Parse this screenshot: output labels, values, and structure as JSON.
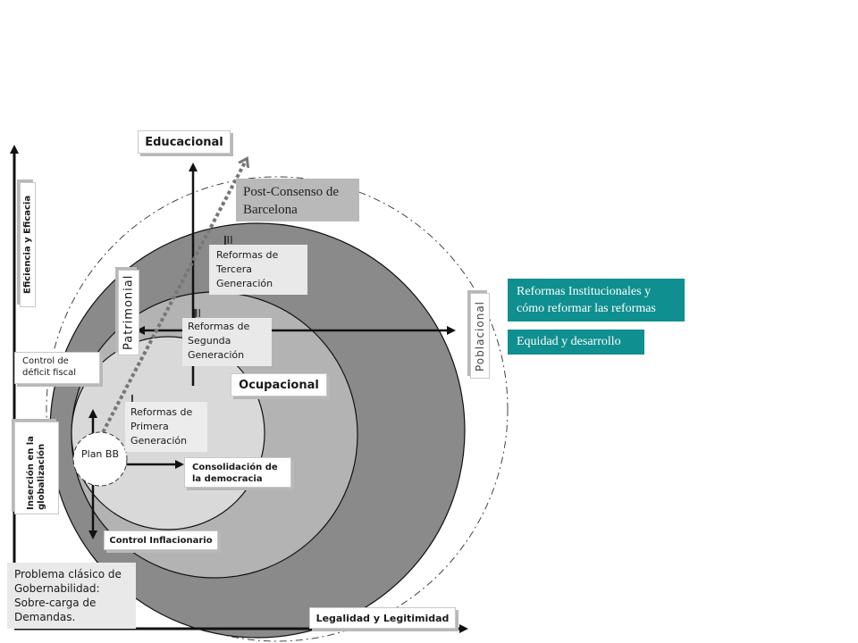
{
  "axes": {
    "vertical_label": "Eficiencia y Eficacia",
    "horizontal_label": "Legalidad y Legitimidad"
  },
  "dimensions": {
    "educacional": "Educacional",
    "ocupacional": "Ocupacional",
    "patrimonial": "Patrimonial",
    "poblacional": "Poblacional"
  },
  "post_consenso": "Post-Consenso de Barcelona",
  "reforms": [
    {
      "numeral": "III",
      "label": "Reformas de Tercera Generación"
    },
    {
      "numeral": "II",
      "label": "Reformas de Segunda Generación"
    },
    {
      "numeral": "I",
      "label": "Reformas de Primera Generación"
    }
  ],
  "plan_label": "Plan BB",
  "side_labels": {
    "control_deficit": "Control de déficit fiscal",
    "insercion": "Inserción en la globalización",
    "consolidacion": "Consolidación de la democracia",
    "control_inflacionario": "Control Inflacionario"
  },
  "problem_text": "Problema clásico de Gobernabilidad: Sobre-carga de Demandas.",
  "teal_boxes": [
    "Reformas Institucionales y cómo reformar las reformas",
    "Equidad y desarrollo"
  ],
  "colors": {
    "teal": "#0f8f8f",
    "outer_circle": "#8a8a8a",
    "middle_circle": "#b3b3b3",
    "inner_circle": "#d9d9d9",
    "post_consenso_fill": "#b9b9b9"
  }
}
